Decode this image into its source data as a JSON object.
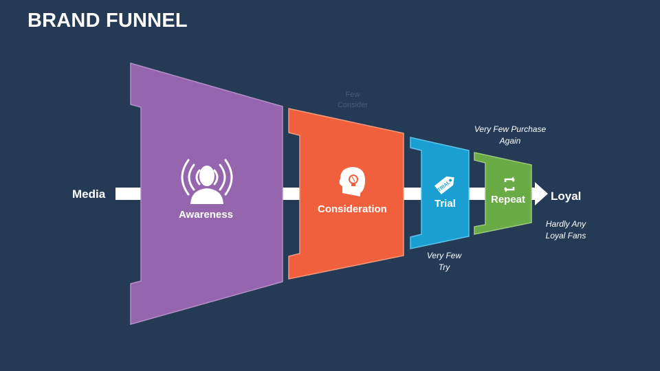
{
  "title": "BRAND FUNNEL",
  "start_label": "Media",
  "end_label": "Loyal",
  "stages": [
    {
      "label": "Awareness",
      "color": "#9566ad",
      "icon": "broadcast-person-icon"
    },
    {
      "label": "Consideration",
      "color": "#f0603d",
      "icon": "lightbulb-head-icon"
    },
    {
      "label": "Trial",
      "color": "#1a9fd3",
      "icon": "trial-tag-icon"
    },
    {
      "label": "Repeat",
      "color": "#6aab45",
      "icon": "repeat-arrows-icon"
    }
  ],
  "notes": {
    "consider": "Few\nConsider",
    "trial": "Very Few\nTry",
    "repeat": "Very Few Purchase\nAgain",
    "loyal": "Hardly Any\nLoyal Fans"
  },
  "colors": {
    "background": "#243a55",
    "arrow": "#ffffff",
    "faint_text": "#4a5d74"
  }
}
